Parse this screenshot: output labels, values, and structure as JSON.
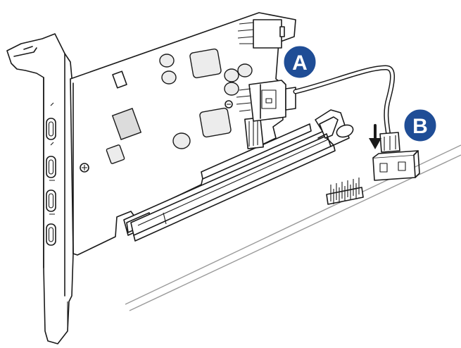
{
  "callouts": [
    {
      "id": "A",
      "label": "A"
    },
    {
      "id": "B",
      "label": "B"
    }
  ],
  "bracket_port_labels": [
    "",
    "",
    "",
    ""
  ],
  "colors": {
    "callout_fill": "#1f4d96",
    "callout_text": "#ffffff",
    "line": "#1a1a1a",
    "surface": "#9a9a9a"
  },
  "icons": {
    "connector_arrow": "arrow-down-icon",
    "screw": "screw-icon",
    "port": "usb-c-port-icon"
  }
}
